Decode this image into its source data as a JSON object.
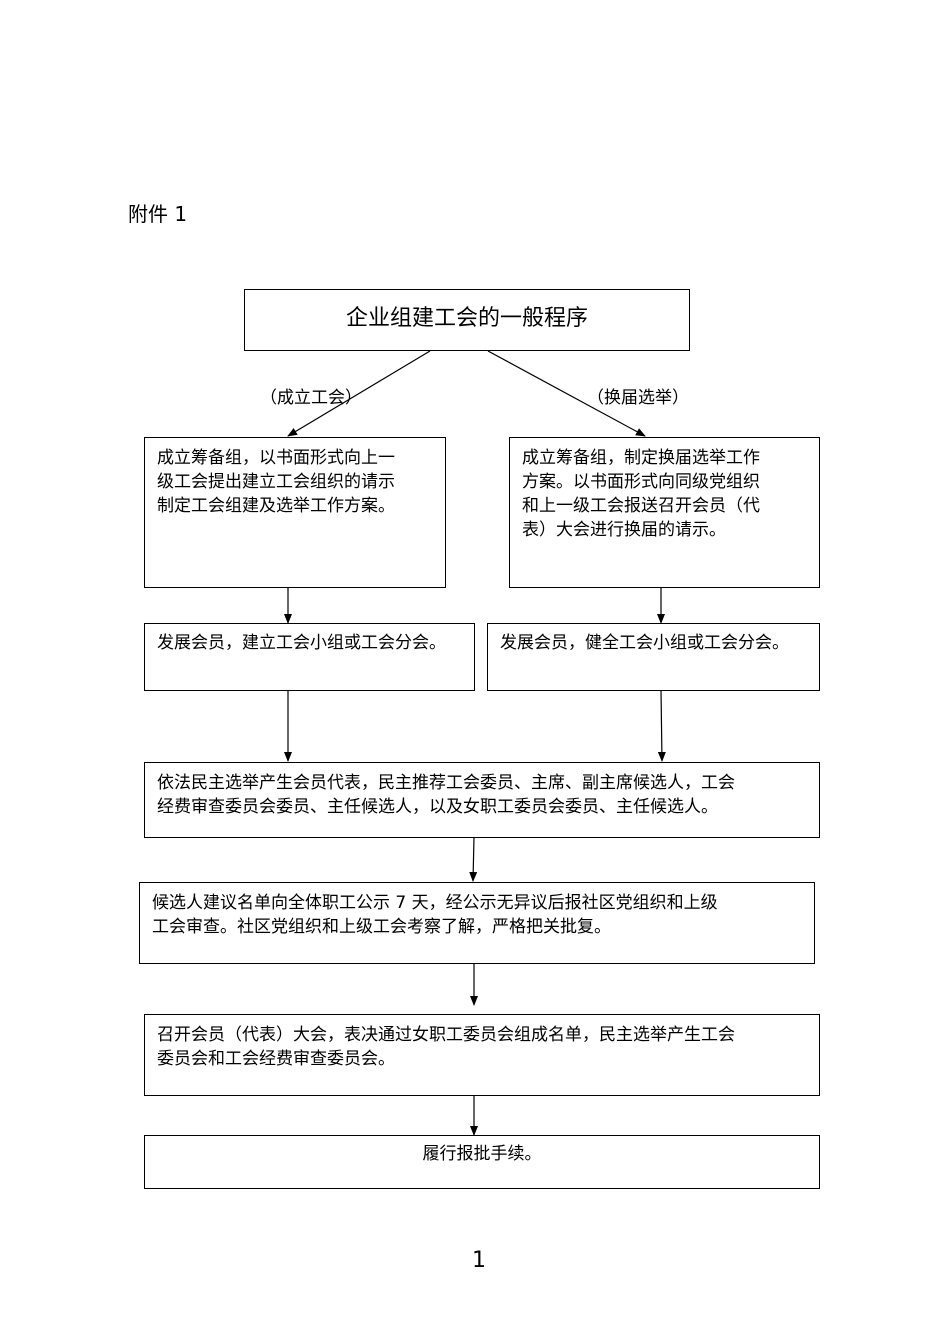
{
  "header": {
    "attachment_label": "附件 1"
  },
  "flowchart": {
    "title": "企业组建工会的一般程序",
    "branch_labels": {
      "left": "（成立工会）",
      "right": "（换届选举）"
    },
    "left_step1": {
      "lines": [
        "成立筹备组，以书面形式向上一",
        "级工会提出建立工会组织的请示",
        "制定工会组建及选举工作方案。"
      ]
    },
    "right_step1": {
      "lines": [
        "成立筹备组，制定换届选举工作",
        "方案。以书面形式向同级党组织",
        "和上一级工会报送召开会员（代",
        "表）大会进行换届的请示。"
      ]
    },
    "left_step2": {
      "text": "发展会员，建立工会小组或工会分会。"
    },
    "right_step2": {
      "text": "发展会员，健全工会小组或工会分会。"
    },
    "step3": {
      "lines": [
        "依法民主选举产生会员代表，民主推荐工会委员、主席、副主席候选人，工会",
        "经费审查委员会委员、主任候选人，以及女职工委员会委员、主任候选人。"
      ]
    },
    "step4": {
      "lines": [
        "候选人建议名单向全体职工公示 7 天，经公示无异议后报社区党组织和上级",
        "工会审查。社区党组织和上级工会考察了解，严格把关批复。"
      ]
    },
    "step5": {
      "lines": [
        "召开会员（代表）大会，表决通过女职工委员会组成名单，民主选举产生工会",
        "委员会和工会经费审查委员会。"
      ]
    },
    "step6": {
      "text": "履行报批手续。"
    }
  },
  "footer": {
    "page_number": "1"
  }
}
